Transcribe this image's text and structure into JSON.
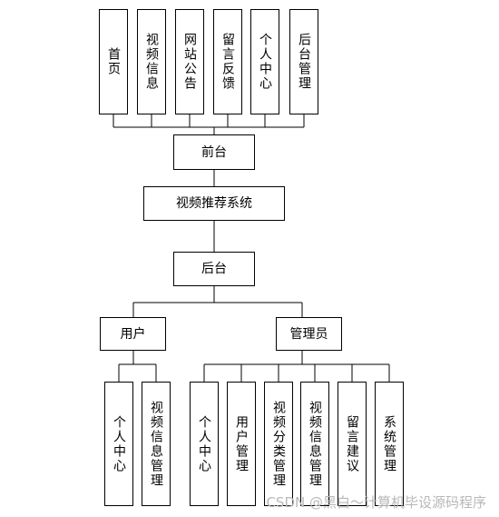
{
  "frontend": {
    "items": [
      "首页",
      "视频信息",
      "网站公告",
      "留言反馈",
      "个人中心",
      "后台管理"
    ],
    "label": "前台"
  },
  "system": {
    "label": "视频推荐系统"
  },
  "backend": {
    "label": "后台"
  },
  "user": {
    "label": "用户",
    "items": [
      "个人中心",
      "视频信息管理"
    ]
  },
  "admin": {
    "label": "管理员",
    "items": [
      "个人中心",
      "用户管理",
      "视频分类管理",
      "视频信息管理",
      "留言建议",
      "系统管理"
    ]
  },
  "watermark": "CSDN @黑白～计算机毕设源码程序"
}
